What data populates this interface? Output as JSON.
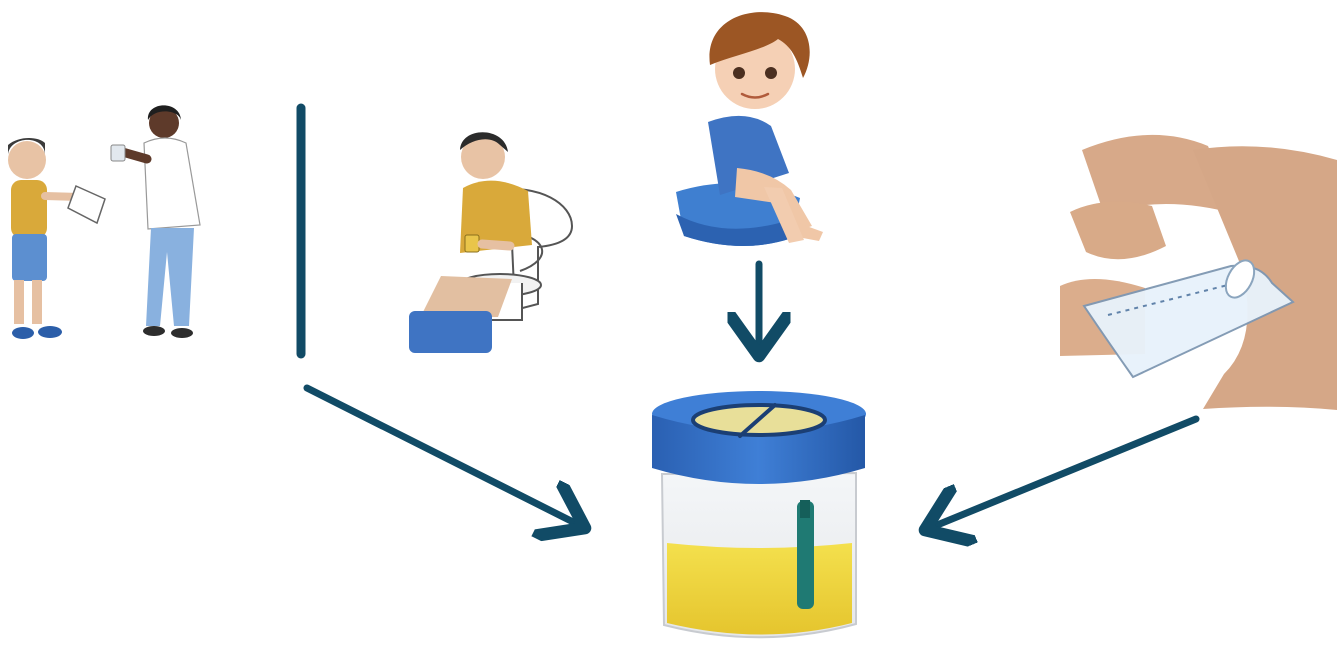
{
  "diagram": {
    "nodes": [
      {
        "id": "clinician-handing-cup",
        "kind": "illustration",
        "description_icon": "clinician-and-child-with-cup"
      },
      {
        "id": "child-on-toilet",
        "kind": "illustration",
        "description_icon": "child-on-toilet-with-cup"
      },
      {
        "id": "toddler-on-potty",
        "kind": "illustration",
        "description_icon": "toddler-on-potty"
      },
      {
        "id": "urine-bag-infant",
        "kind": "illustration",
        "description_icon": "infant-urine-collection-bag"
      },
      {
        "id": "specimen-container",
        "kind": "illustration",
        "description_icon": "urine-specimen-cup"
      }
    ],
    "edges": [
      {
        "from": "clinician-handing-cup",
        "to": "specimen-container"
      },
      {
        "from": "toddler-on-potty",
        "to": "specimen-container"
      },
      {
        "from": "urine-bag-infant",
        "to": "specimen-container"
      }
    ],
    "colors": {
      "arrow": "#114b66",
      "lid": "#2d6dc3",
      "urine": "#efd534",
      "shirt_yellow": "#d9a93a",
      "shirt_blue": "#3f74c3",
      "skin": "#e6c0a2",
      "potty": "#4f8fd7"
    }
  }
}
